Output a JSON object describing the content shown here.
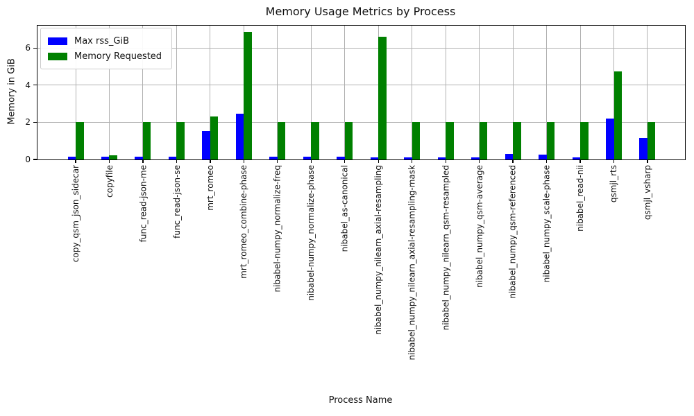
{
  "chart_data": {
    "type": "bar",
    "title": "Memory Usage Metrics by Process",
    "xlabel": "Process Name",
    "ylabel": "Memory in GiB",
    "ylim": [
      0,
      7.2
    ],
    "yticks": [
      0,
      2,
      4,
      6
    ],
    "grid": true,
    "legend_position": "upper left",
    "categories": [
      "copy_qsm_json_sidecar",
      "copyfile",
      "func_read-json-me",
      "func_read-json-se",
      "mrt_romeo",
      "mrt_romeo_combine-phase",
      "nibabel-numpy_normalize-freq",
      "nibabel-numpy_normalize-phase",
      "nibabel_as-canonical",
      "nibabel_numpy_nilearn_axial-resampling",
      "nibabel_numpy_nilearn_axial-resampling-mask",
      "nibabel_numpy_nilearn_qsm-resampled",
      "nibabel_numpy_qsm-average",
      "nibabel_numpy_qsm-referenced",
      "nibabel_numpy_scale-phase",
      "nibabel_read-nii",
      "qsmjl_rts",
      "qsmjl_vsharp"
    ],
    "series": [
      {
        "name": "Max rss_GiB",
        "color": "#0000ff",
        "values": [
          0.14,
          0.14,
          0.14,
          0.14,
          1.53,
          2.45,
          0.16,
          0.14,
          0.14,
          0.13,
          0.13,
          0.13,
          0.12,
          0.3,
          0.27,
          0.13,
          2.2,
          1.17
        ]
      },
      {
        "name": "Memory Requested",
        "color": "#008000",
        "values": [
          2.0,
          0.21,
          2.0,
          2.0,
          2.3,
          6.85,
          2.0,
          2.0,
          2.0,
          6.6,
          2.0,
          2.0,
          2.0,
          2.0,
          2.0,
          2.0,
          4.74,
          2.0
        ]
      }
    ]
  },
  "colors": {
    "grid": "#b0b0b0",
    "spine": "#000000",
    "background": "#ffffff",
    "text": "#111111"
  }
}
